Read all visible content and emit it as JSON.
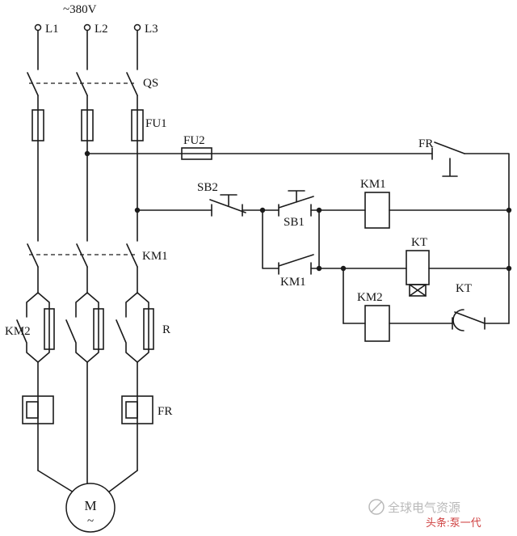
{
  "labels": {
    "supply": "~380V",
    "l1": "L1",
    "l2": "L2",
    "l3": "L3",
    "qs": "QS",
    "fu1": "FU1",
    "fu2": "FU2",
    "fr_contact": "FR",
    "sb2": "SB2",
    "sb1": "SB1",
    "km1_coil": "KM1",
    "km1_aux": "KM1",
    "km1_main": "KM1",
    "kt_coil": "KT",
    "kt_contact": "KT",
    "km2_coil": "KM2",
    "km2_contact": "KM2",
    "resistor": "R",
    "fr_heater": "FR",
    "motor": "M",
    "motor_ac": "~"
  },
  "watermark": {
    "brand": "全球电气资源",
    "byline": "头条:泵一代"
  },
  "colors": {
    "line": "#1b1b1b",
    "watermark_gray": "#b9b9b9",
    "watermark_red": "#cf4040",
    "background": "#ffffff"
  }
}
